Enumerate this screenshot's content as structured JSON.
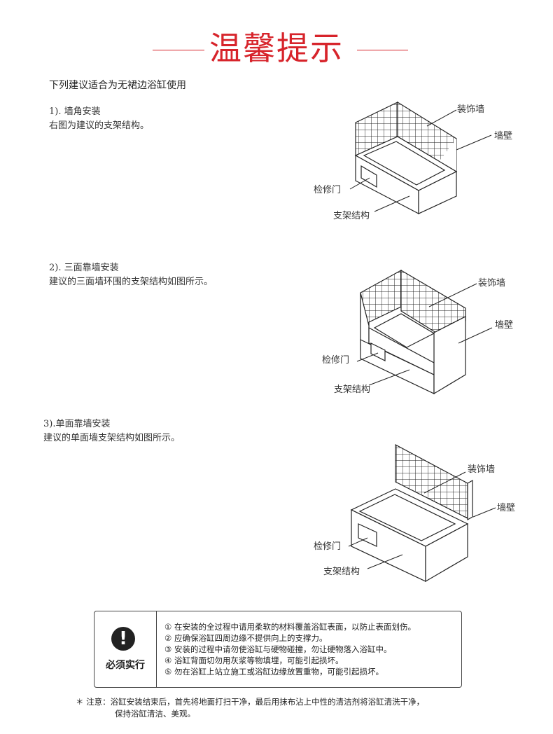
{
  "title": "温馨提示",
  "intro": "下列建议适合为无裙边浴缸使用",
  "sections": [
    {
      "heading": "1).  墙角安装",
      "desc": "右图为建议的支架结构。",
      "labels": {
        "deco_wall": "装饰墙",
        "wall": "墙壁",
        "access_door": "检修门",
        "frame": "支架结构"
      }
    },
    {
      "heading": "2).  三面靠墙安装",
      "desc": "建议的三面墙环围的支架结构如图所示。",
      "labels": {
        "deco_wall": "装饰墙",
        "wall": "墙壁",
        "access_door": "检修门",
        "frame": "支架结构"
      }
    },
    {
      "heading": "3).单面靠墙安装",
      "desc": "建议的单面墙支架结构如图所示。",
      "labels": {
        "deco_wall": "装饰墙",
        "wall": "墙壁",
        "access_door": "检修门",
        "frame": "支架结构"
      }
    }
  ],
  "warning": {
    "icon": "exclamation-icon",
    "label": "必须实行",
    "items": [
      "① 在安装的全过程中请用柔软的材料覆盖浴缸表面，以防止表面划伤。",
      "② 应确保浴缸四周边缘不提供向上的支撑力。",
      "③ 安装的过程中请勿使浴缸与硬物碰撞，勿让硬物落入浴缸中。",
      "④ 浴缸背面切勿用灰浆等物填埋，可能引起损坏。",
      "⑤ 勿在浴缸上站立施工或浴缸边缘放置重物，可能引起损坏。"
    ]
  },
  "note_line1": "＊ 注意：浴缸安装结束后，首先将地面打扫干净，最后用抹布沾上中性的清洁剂将浴缸清洗干净，",
  "note_line2": "保持浴缸清洁、美观。",
  "colors": {
    "accent": "#d7242b",
    "line": "#222222"
  }
}
